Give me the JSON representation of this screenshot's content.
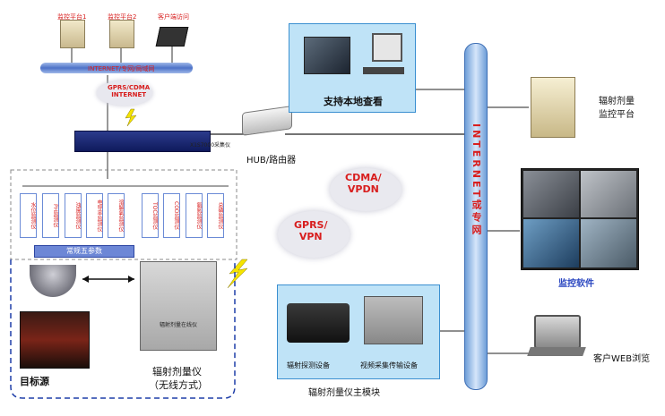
{
  "top_platforms": [
    "监控平台1",
    "监控平台2",
    "客户端访问"
  ],
  "top_network_label": "INTERNET/专网/局域网",
  "gprs_cloud_label": "GPRS/CDMA\nINTERNET",
  "collector_label": "X1S7000采集仪",
  "sensors": [
    "水位监测仪",
    "PH监测仪",
    "浊度监测仪",
    "电导率监测仪",
    "溶解氧监测仪",
    "TOC监测仪",
    "COD监测仪",
    "氨氮监测仪",
    "总磷监测仪"
  ],
  "param_bar_label": "常规五参数",
  "hub_label": "HUB/路由器",
  "local_view_label": "支持本地查看",
  "cdma_label": "CDMA/\nVPDN",
  "gprs_label": "GPRS/\nVPN",
  "pole_label": "INTERNET或专网",
  "device_label": "辐射剂量在线仪",
  "target_label": "目标源",
  "meter_label": "辐射剂量仪",
  "meter_sub_label": "（无线方式）",
  "module_items": [
    "辐射探测设备",
    "视频采集传输设备"
  ],
  "module_caption": "辐射剂量仪主模块",
  "monitor_platform_label": "辐射剂量\n监控平台",
  "monitor_software_label": "监控软件",
  "web_label": "客户WEB浏览"
}
